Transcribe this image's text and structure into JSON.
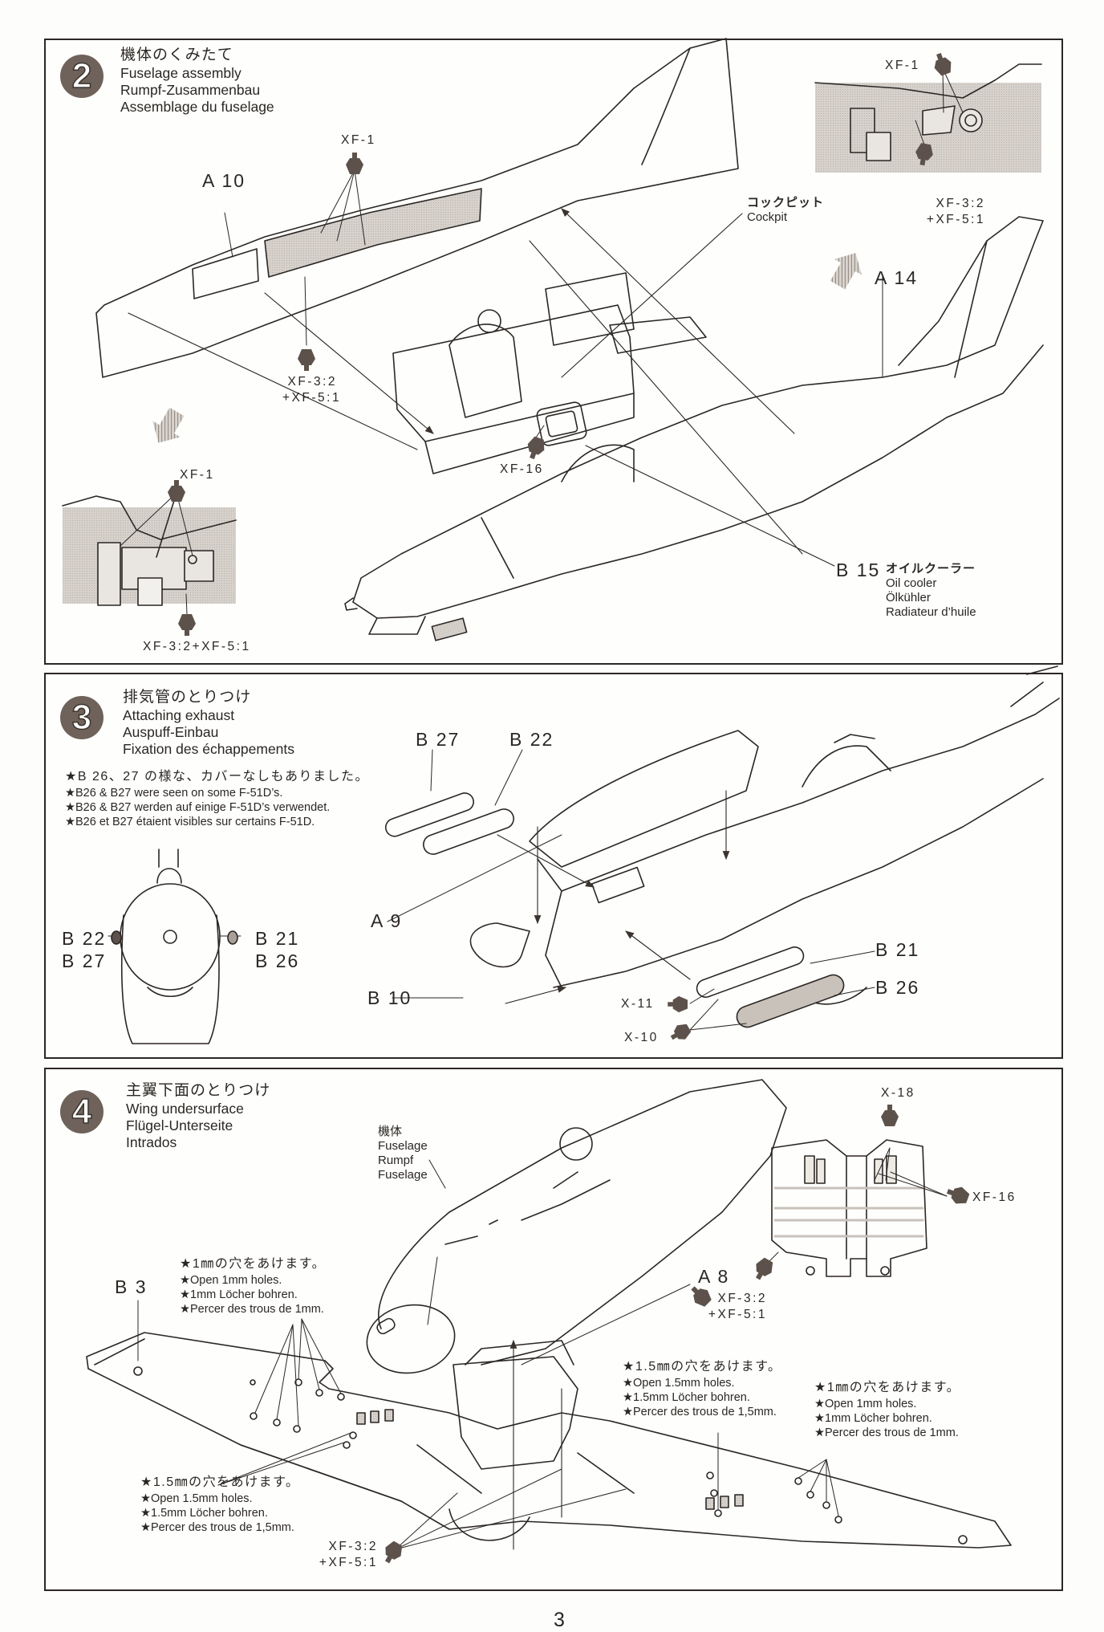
{
  "page": {
    "number": "3",
    "colors": {
      "badge": "#6e625a",
      "paint_pot": "#5d524b",
      "line_art": "#2b2724",
      "shading": "#cfcac4",
      "paper": "#fdfdfb"
    }
  },
  "steps": [
    {
      "number": "2",
      "title_jp": "機体のくみたて",
      "title_en": "Fuselage assembly",
      "title_de": "Rumpf-Zusammenbau",
      "title_fr": "Assemblage du fuselage",
      "parts": [
        "A 10",
        "A 14",
        "B 15"
      ],
      "paint_callouts": [
        {
          "label": "XF-1",
          "icon": "paint-pot-icon"
        },
        {
          "label": "XF-3:2",
          "label2": "+XF-5:1",
          "icon": "paint-pot-icon"
        },
        {
          "label": "XF-16",
          "icon": "paint-pot-icon"
        },
        {
          "label": "XF-1",
          "icon": "paint-pot-icon",
          "where": "top-right-inset"
        },
        {
          "label": "XF-3:2",
          "label2": "+XF-5:1",
          "icon": "paint-pot-icon",
          "where": "top-right-inset"
        },
        {
          "label": "XF-1",
          "icon": "paint-pot-icon",
          "where": "bottom-left-inset"
        },
        {
          "label": "XF-3:2+XF-5:1",
          "icon": "paint-pot-icon",
          "where": "bottom-left-inset"
        }
      ],
      "cockpit_label": {
        "jp": "コックピット",
        "en": "Cockpit"
      },
      "oil_cooler": {
        "part": "B 15",
        "jp": "オイルクーラー",
        "en": "Oil cooler",
        "de": "Ölkühler",
        "fr": "Radiateur d’huile"
      }
    },
    {
      "number": "3",
      "title_jp": "排気管のとりつけ",
      "title_en": "Attaching exhaust",
      "title_de": "Auspuff-Einbau",
      "title_fr": "Fixation des échappements",
      "note": {
        "jp": "★B 26、27 の様な、カバーなしもありました。",
        "en": "★B26 & B27 were seen on some F-51D’s.",
        "de": "★B26 & B27 werden auf einige F-51D’s verwendet.",
        "fr": "★B26 et B27 étaient visibles sur certains F-51D."
      },
      "front_view_labels": {
        "left_1": "B 22",
        "left_2": "B 27",
        "right_1": "B 21",
        "right_2": "B 26"
      },
      "parts": [
        "B 27",
        "B 22",
        "A 9",
        "B 10",
        "B 21",
        "B 26"
      ],
      "paint_callouts": [
        {
          "label": "X-11",
          "icon": "paint-pot-icon"
        },
        {
          "label": "X-10",
          "icon": "paint-pot-icon"
        }
      ]
    },
    {
      "number": "4",
      "title_jp": "主翼下面のとりつけ",
      "title_en": "Wing undersurface",
      "title_de": "Flügel-Unterseite",
      "title_fr": "Intrados",
      "fuselage_label": {
        "jp": "機体",
        "en": "Fuselage",
        "de": "Rumpf",
        "fr": "Fuselage"
      },
      "parts": [
        "B 3",
        "A 8"
      ],
      "paint_callouts": [
        {
          "label": "X-18",
          "icon": "paint-pot-icon"
        },
        {
          "label": "XF-16",
          "icon": "paint-pot-icon"
        },
        {
          "label": "XF-3:2",
          "label2": "+XF-5:1",
          "icon": "paint-pot-icon",
          "where": "A8"
        },
        {
          "label": "XF-3:2",
          "label2": "+XF-5:1",
          "icon": "paint-pot-icon",
          "where": "bottom"
        }
      ],
      "hole_notes": [
        {
          "jp": "★1㎜の穴をあけます。",
          "en": "★Open 1mm holes.",
          "de": "★1mm Löcher bohren.",
          "fr": "★Percer des trous de 1mm."
        },
        {
          "jp": "★1.5㎜の穴をあけます。",
          "en": "★Open 1.5mm holes.",
          "de": "★1.5mm Löcher bohren.",
          "fr": "★Percer des trous de 1,5mm."
        },
        {
          "jp": "★1.5㎜の穴をあけます。",
          "en": "★Open 1.5mm holes.",
          "de": "★1.5mm Löcher bohren.",
          "fr": "★Percer des trous de 1,5mm."
        },
        {
          "jp": "★1㎜の穴をあけます。",
          "en": "★Open 1mm holes.",
          "de": "★1mm Löcher bohren.",
          "fr": "★Percer des trous de 1mm."
        }
      ]
    }
  ]
}
